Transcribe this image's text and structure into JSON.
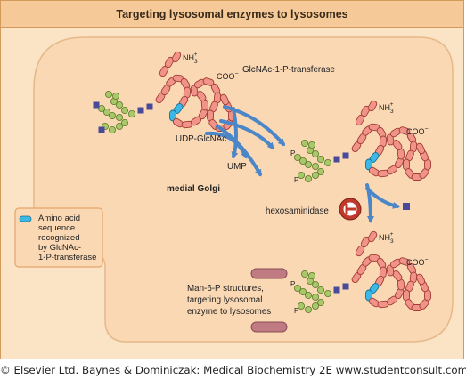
{
  "title": "Targeting lysosomal enzymes to lysosomes",
  "labels": {
    "transferase": "GlcNAc-1-P-transferase",
    "udp": "UDP-GlcNAc",
    "ump": "UMP",
    "golgi": "medial Golgi",
    "hexosaminidase": "hexosaminidase",
    "p": "P",
    "coo": "COO",
    "nh3": "NH",
    "nh3_sub": "3",
    "nh3_sup": "+",
    "coo_sup": "−",
    "man6p": [
      "Man-6-P structures,",
      "targeting lysosomal",
      "enzyme to lysosomes"
    ]
  },
  "legend": {
    "lines": [
      "Amino acid",
      "sequence",
      "recognized",
      "by GlcNAc-",
      "1-P-transferase"
    ]
  },
  "footer": "© Elsevier Ltd. Baynes & Dominiczak: Medical Biochemistry 2E www.studentconsult.com",
  "colors": {
    "background": "#fbe3c6",
    "cell": "#fad8b4",
    "peptide": "#f0948a",
    "peptide_stroke": "#a33a32",
    "recognition": "#3cb8e6",
    "sugar": "#a8c86a",
    "sugar_stroke": "#5e7a2a",
    "linker": "#4a4a9a",
    "arrow": "#4a86c8",
    "membrane": "#c07a82"
  },
  "icons": [
    "enzyme-icon",
    "process-arrow-icon"
  ]
}
